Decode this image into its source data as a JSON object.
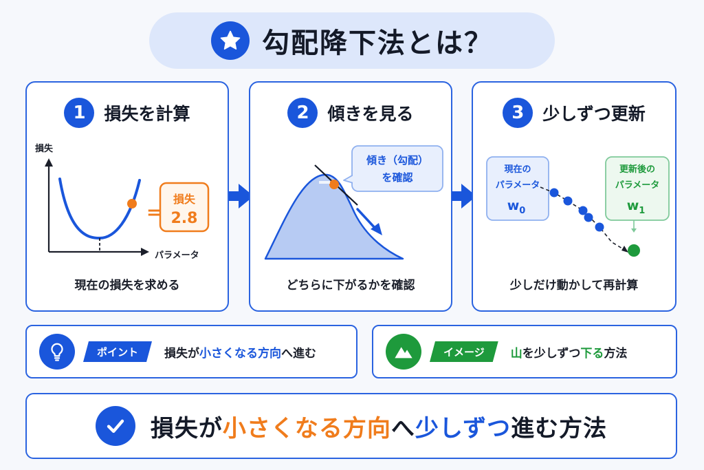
{
  "title": "勾配降下法とは？",
  "steps": [
    {
      "number": "1",
      "title": "損失を計算",
      "caption": "現在の損失を求める",
      "y_axis_label": "損失",
      "x_axis_label": "パラメータ",
      "equals": "=",
      "loss_label": "損失",
      "loss_value": "2.8"
    },
    {
      "number": "2",
      "title": "傾きを見る",
      "caption": "どちらに下がるかを確認",
      "callout_line1": "傾き（勾配）",
      "callout_line2": "を確認"
    },
    {
      "number": "3",
      "title": "少しずつ更新",
      "caption": "少しだけ動かして再計算",
      "current_line1": "現在の",
      "current_line2": "パラメータ",
      "current_symbol": "w",
      "current_sub": "0",
      "updated_line1": "更新後の",
      "updated_line2": "パラメータ",
      "updated_symbol": "w",
      "updated_sub": "1"
    }
  ],
  "point": {
    "tag": "ポイント",
    "text_a": "損失が",
    "text_highlight": "小さくなる方向",
    "text_b": "へ進む"
  },
  "image": {
    "tag": "イメージ",
    "highlight_1": "山",
    "text_a": "を少しずつ",
    "highlight_2": "下る",
    "text_b": "方法"
  },
  "summary": {
    "part_1": "損失が",
    "part_2": "小さくなる方向",
    "part_3": "へ",
    "part_4": "少しずつ",
    "part_5": "進む方法"
  },
  "colors": {
    "primary": "#1a56db",
    "accent_orange": "#f07c1c",
    "accent_green": "#1e9a3c",
    "border": "#2a63e0",
    "title_bg": "#dde7fb"
  },
  "icons": {
    "title": "star-icon",
    "point": "lightbulb-icon",
    "image": "mountain-icon",
    "summary": "checkmark-icon",
    "connector": "right-arrow-icon"
  }
}
